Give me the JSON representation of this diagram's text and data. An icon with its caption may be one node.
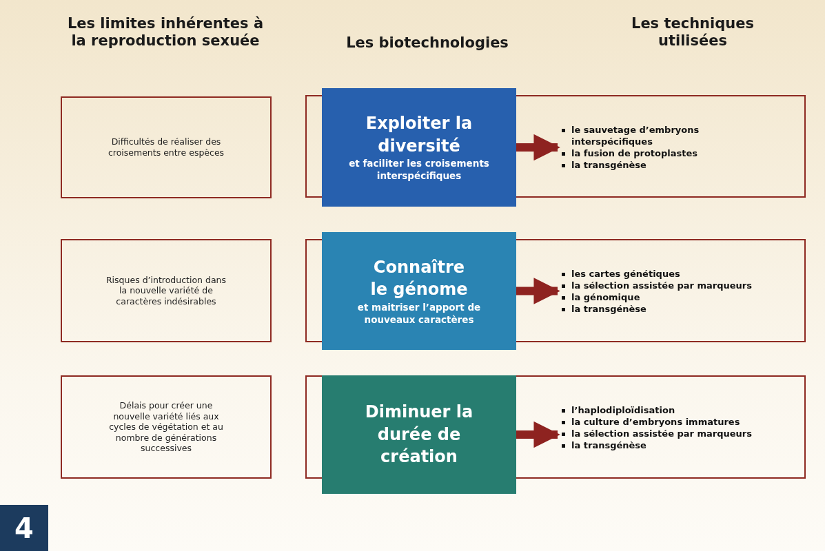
{
  "diagram": {
    "nodes": [
      {
        "text": [
          "Difficultés de réaliser des croisements entre espèces"
        ]
      },
      {
        "text": [],
        "shape": "box"
      },
      {
        "text": [
          "Exploiter la diversité",
          "et faciliter les croisements interspécifiques"
        ]
      },
      {
        "text": [
          "le sauvetage d’embryons interspécifiques",
          "la fusion de protoplastes",
          "la transgénèse"
        ],
        "in": 1
      },
      {
        "text": [
          "Risques d’introduction dans la nouvelle variété de caractères indésirables"
        ]
      },
      {
        "text": [],
        "shape": "box"
      },
      {
        "text": [
          "Connaître le génome",
          "et maitriser l’apport de nouveaux caractères"
        ]
      },
      {
        "text": [
          "les cartes génétiques",
          "la sélection assistée par marqueurs",
          "la génomique",
          "la transgénèse"
        ],
        "in": 5
      },
      {
        "text": [
          "Délais pour créer une nouvelle variété liés aux cycles de végétation et au nombre de générations successives"
        ]
      },
      {
        "text": [],
        "shape": "box"
      },
      {
        "text": [
          "Diminuer la durée de création"
        ]
      },
      {
        "text": [
          "l’haplodiploïdisation",
          "la culture d’embryons immatures",
          "la sélection assistée par marqueurs",
          "la transgénèse"
        ],
        "in": 9
      },
      {
        "text": [
          "4"
        ]
      }
    ],
    "edges": [
      {
        "from": 2,
        "to": 3,
        "arrow": "to"
      },
      {
        "from": 6,
        "to": 7,
        "arrow": "to"
      },
      {
        "from": 10,
        "to": 11,
        "arrow": "to"
      }
    ],
    "labels": [
      "Les limites inhérentes à la reproduction sexuée",
      "Les biotechnologies",
      "Les techniques utilisées"
    ]
  }
}
